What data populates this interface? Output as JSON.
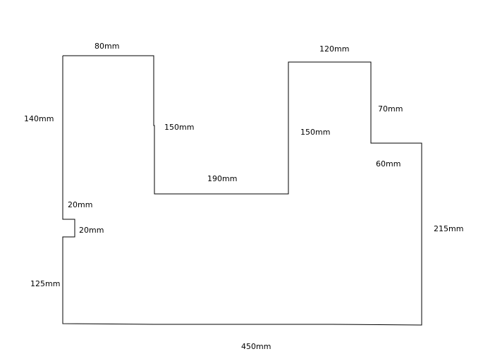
{
  "shape": {
    "stroke_color": "#000000",
    "background_color": "#ffffff"
  },
  "labels": {
    "top_left_width": "80mm",
    "left_upper_height": "140mm",
    "left_notch_upper": "20mm",
    "left_notch_depth": "20mm",
    "left_lower_height": "125mm",
    "inner_left_height": "150mm",
    "inner_bottom_width": "190mm",
    "inner_right_height": "150mm",
    "top_right_width": "120mm",
    "right_step_height": "70mm",
    "right_step_width": "60mm",
    "right_height": "215mm",
    "bottom_width": "450mm"
  }
}
